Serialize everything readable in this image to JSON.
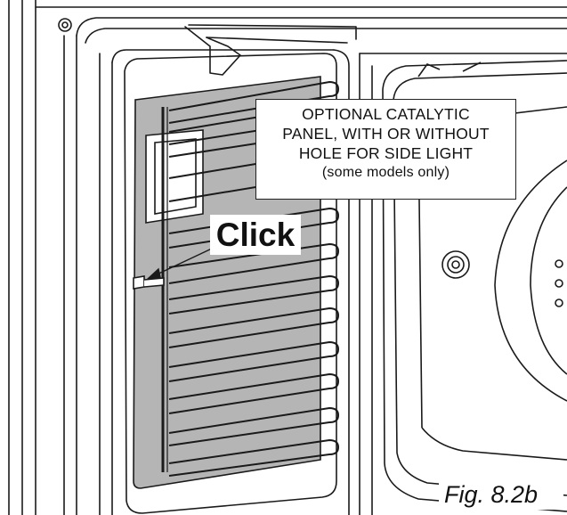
{
  "callout": {
    "line1": "OPTIONAL CATALYTIC",
    "line2": "PANEL, WITH OR WITHOUT",
    "line3": "HOLE FOR SIDE LIGHT",
    "line4": "(some models only)"
  },
  "click_label": "Click",
  "figure_label": "Fig. 8.2b",
  "colors": {
    "panel_fill": "#b5b5b5",
    "line": "#1a1a1a",
    "background": "#ffffff"
  }
}
